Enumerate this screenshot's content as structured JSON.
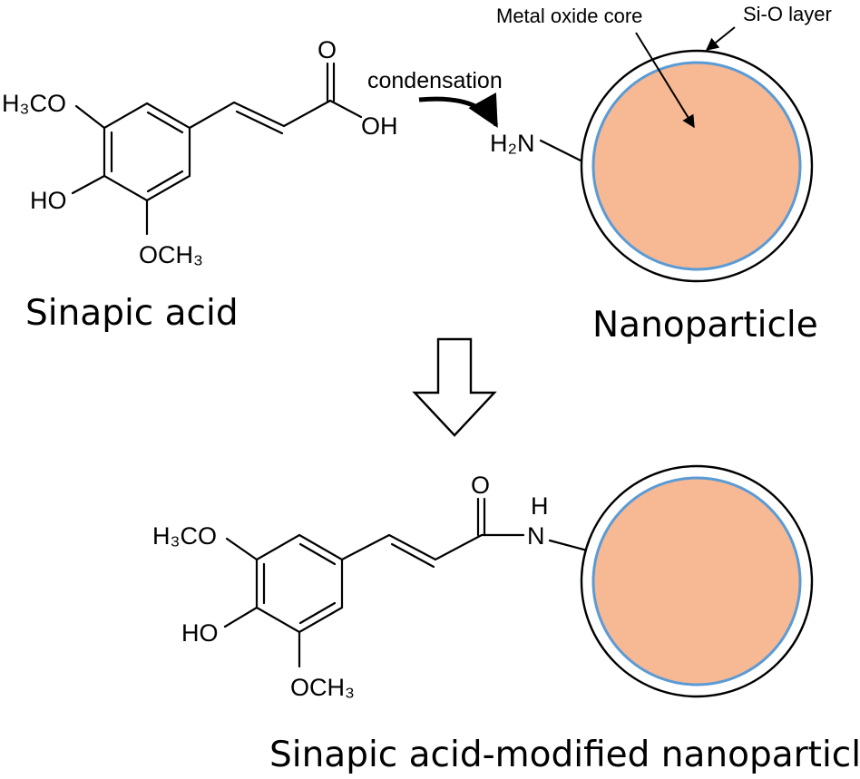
{
  "labels": {
    "condensation": "condensation",
    "metal_oxide_core": "Metal oxide core",
    "sio_layer": "Si-O layer",
    "sinapic_acid": "Sinapic acid",
    "nanoparticle": "Nanoparticle",
    "product": "Sinapic acid-modified nanoparticle"
  },
  "reactant": {
    "h3co": "H₃CO",
    "o": "O",
    "oh": "OH",
    "ho": "HO",
    "och3": "OCH₃"
  },
  "amine": {
    "h2n": "H₂N"
  },
  "product_molecule": {
    "h3co": "H₃CO",
    "o": "O",
    "h": "H",
    "n": "N",
    "ho": "HO",
    "och3": "OCH₃"
  },
  "colors": {
    "core_fill": "#f7b894",
    "core_ring": "#5b9bd5",
    "outline": "#000000"
  }
}
